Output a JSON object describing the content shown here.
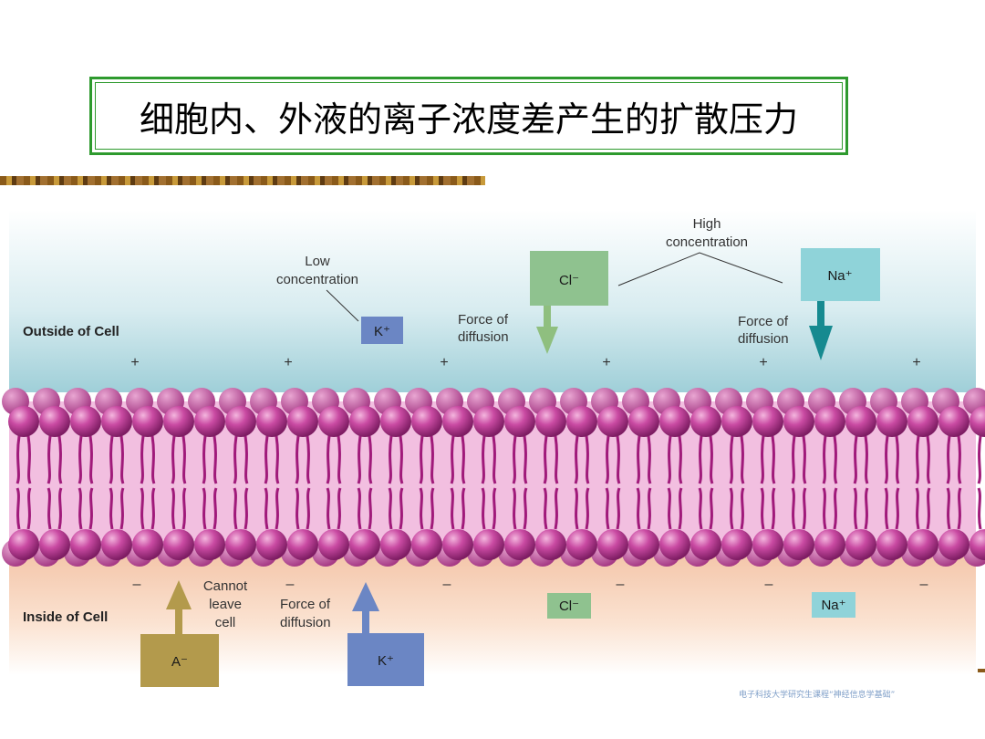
{
  "title": "细胞内、外液的离子浓度差产生的扩散压力",
  "diagram": {
    "outside_label": "Outside of Cell",
    "inside_label": "Inside of Cell",
    "low_concentration": [
      "Low",
      "concentration"
    ],
    "high_concentration": [
      "High",
      "concentration"
    ],
    "force_of_diffusion": [
      "Force of",
      "diffusion"
    ],
    "cannot_leave_cell": [
      "Cannot",
      "leave",
      "cell"
    ],
    "plus_sign": "+",
    "minus_sign": "–",
    "ions": {
      "k_outside": "K⁺",
      "cl_outside": "Cl⁻",
      "na_outside": "Na⁺",
      "a_inside": "A⁻",
      "k_inside": "K⁺",
      "cl_inside": "Cl⁻",
      "na_inside": "Na⁺"
    },
    "colors": {
      "potassium": "#6b86c4",
      "chloride": "#8fc28f",
      "sodium": "#8fd3d9",
      "anion": "#b39a4c",
      "phospholipid_head": "#b8308f",
      "outside_fluid": "#a9d3dc",
      "inside_fluid": "#f6cfb3"
    }
  },
  "footer": "电子科技大学研究生课程“神经信息学基础”"
}
